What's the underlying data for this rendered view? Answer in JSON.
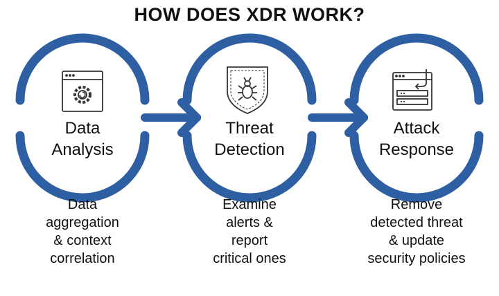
{
  "title": "HOW DOES XDR WORK?",
  "colors": {
    "ring": "#2e5fa3",
    "text": "#111111",
    "icon": "#333333"
  },
  "stages": [
    {
      "icon": "gear-window-icon",
      "label_line1": "Data",
      "label_line2": "Analysis",
      "desc": [
        "Data",
        "aggregation",
        "& context",
        "correlation"
      ]
    },
    {
      "icon": "bug-shield-icon",
      "label_line1": "Threat",
      "label_line2": "Detection",
      "desc": [
        "Examine",
        "alerts &",
        "report",
        "critical ones"
      ]
    },
    {
      "icon": "server-update-icon",
      "label_line1": "Attack",
      "label_line2": "Response",
      "desc": [
        "Remove",
        "detected threat",
        "& update",
        "security policies"
      ]
    }
  ]
}
